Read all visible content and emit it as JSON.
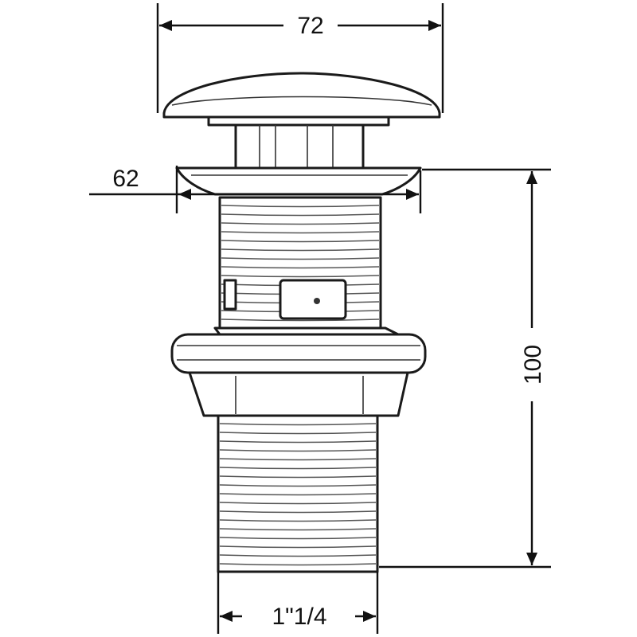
{
  "dimensions": {
    "top_width": "72",
    "flange_width": "62",
    "height": "100",
    "thread_size": "1\"1/4"
  }
}
